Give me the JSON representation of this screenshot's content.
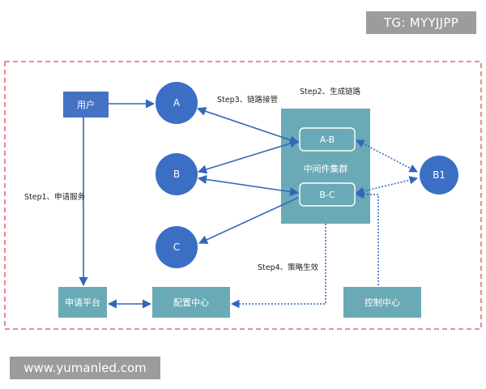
{
  "watermarks": {
    "telegram": "TG: MYYJJPP",
    "website": "www.yumanled.com"
  },
  "diagram": {
    "nodes": {
      "user": "用户",
      "a": "A",
      "b": "B",
      "c": "C",
      "b1": "B1",
      "middleware": "中间件集群",
      "link_ab": "A-B",
      "link_bc": "B-C",
      "apply_platform": "申请平台",
      "config_center": "配置中心",
      "control_center": "控制中心"
    },
    "steps": {
      "step1": "Step1、申请服务",
      "step2": "Step2、生成链路",
      "step3": "Step3、链路接管",
      "step4": "Step4、策略生效"
    },
    "colors": {
      "box_blue": "#4472c4",
      "circle_blue": "#3a6fc4",
      "teal": "#6aaab7",
      "arrow_blue": "#3366bb",
      "border_red": "#e0474c"
    }
  }
}
